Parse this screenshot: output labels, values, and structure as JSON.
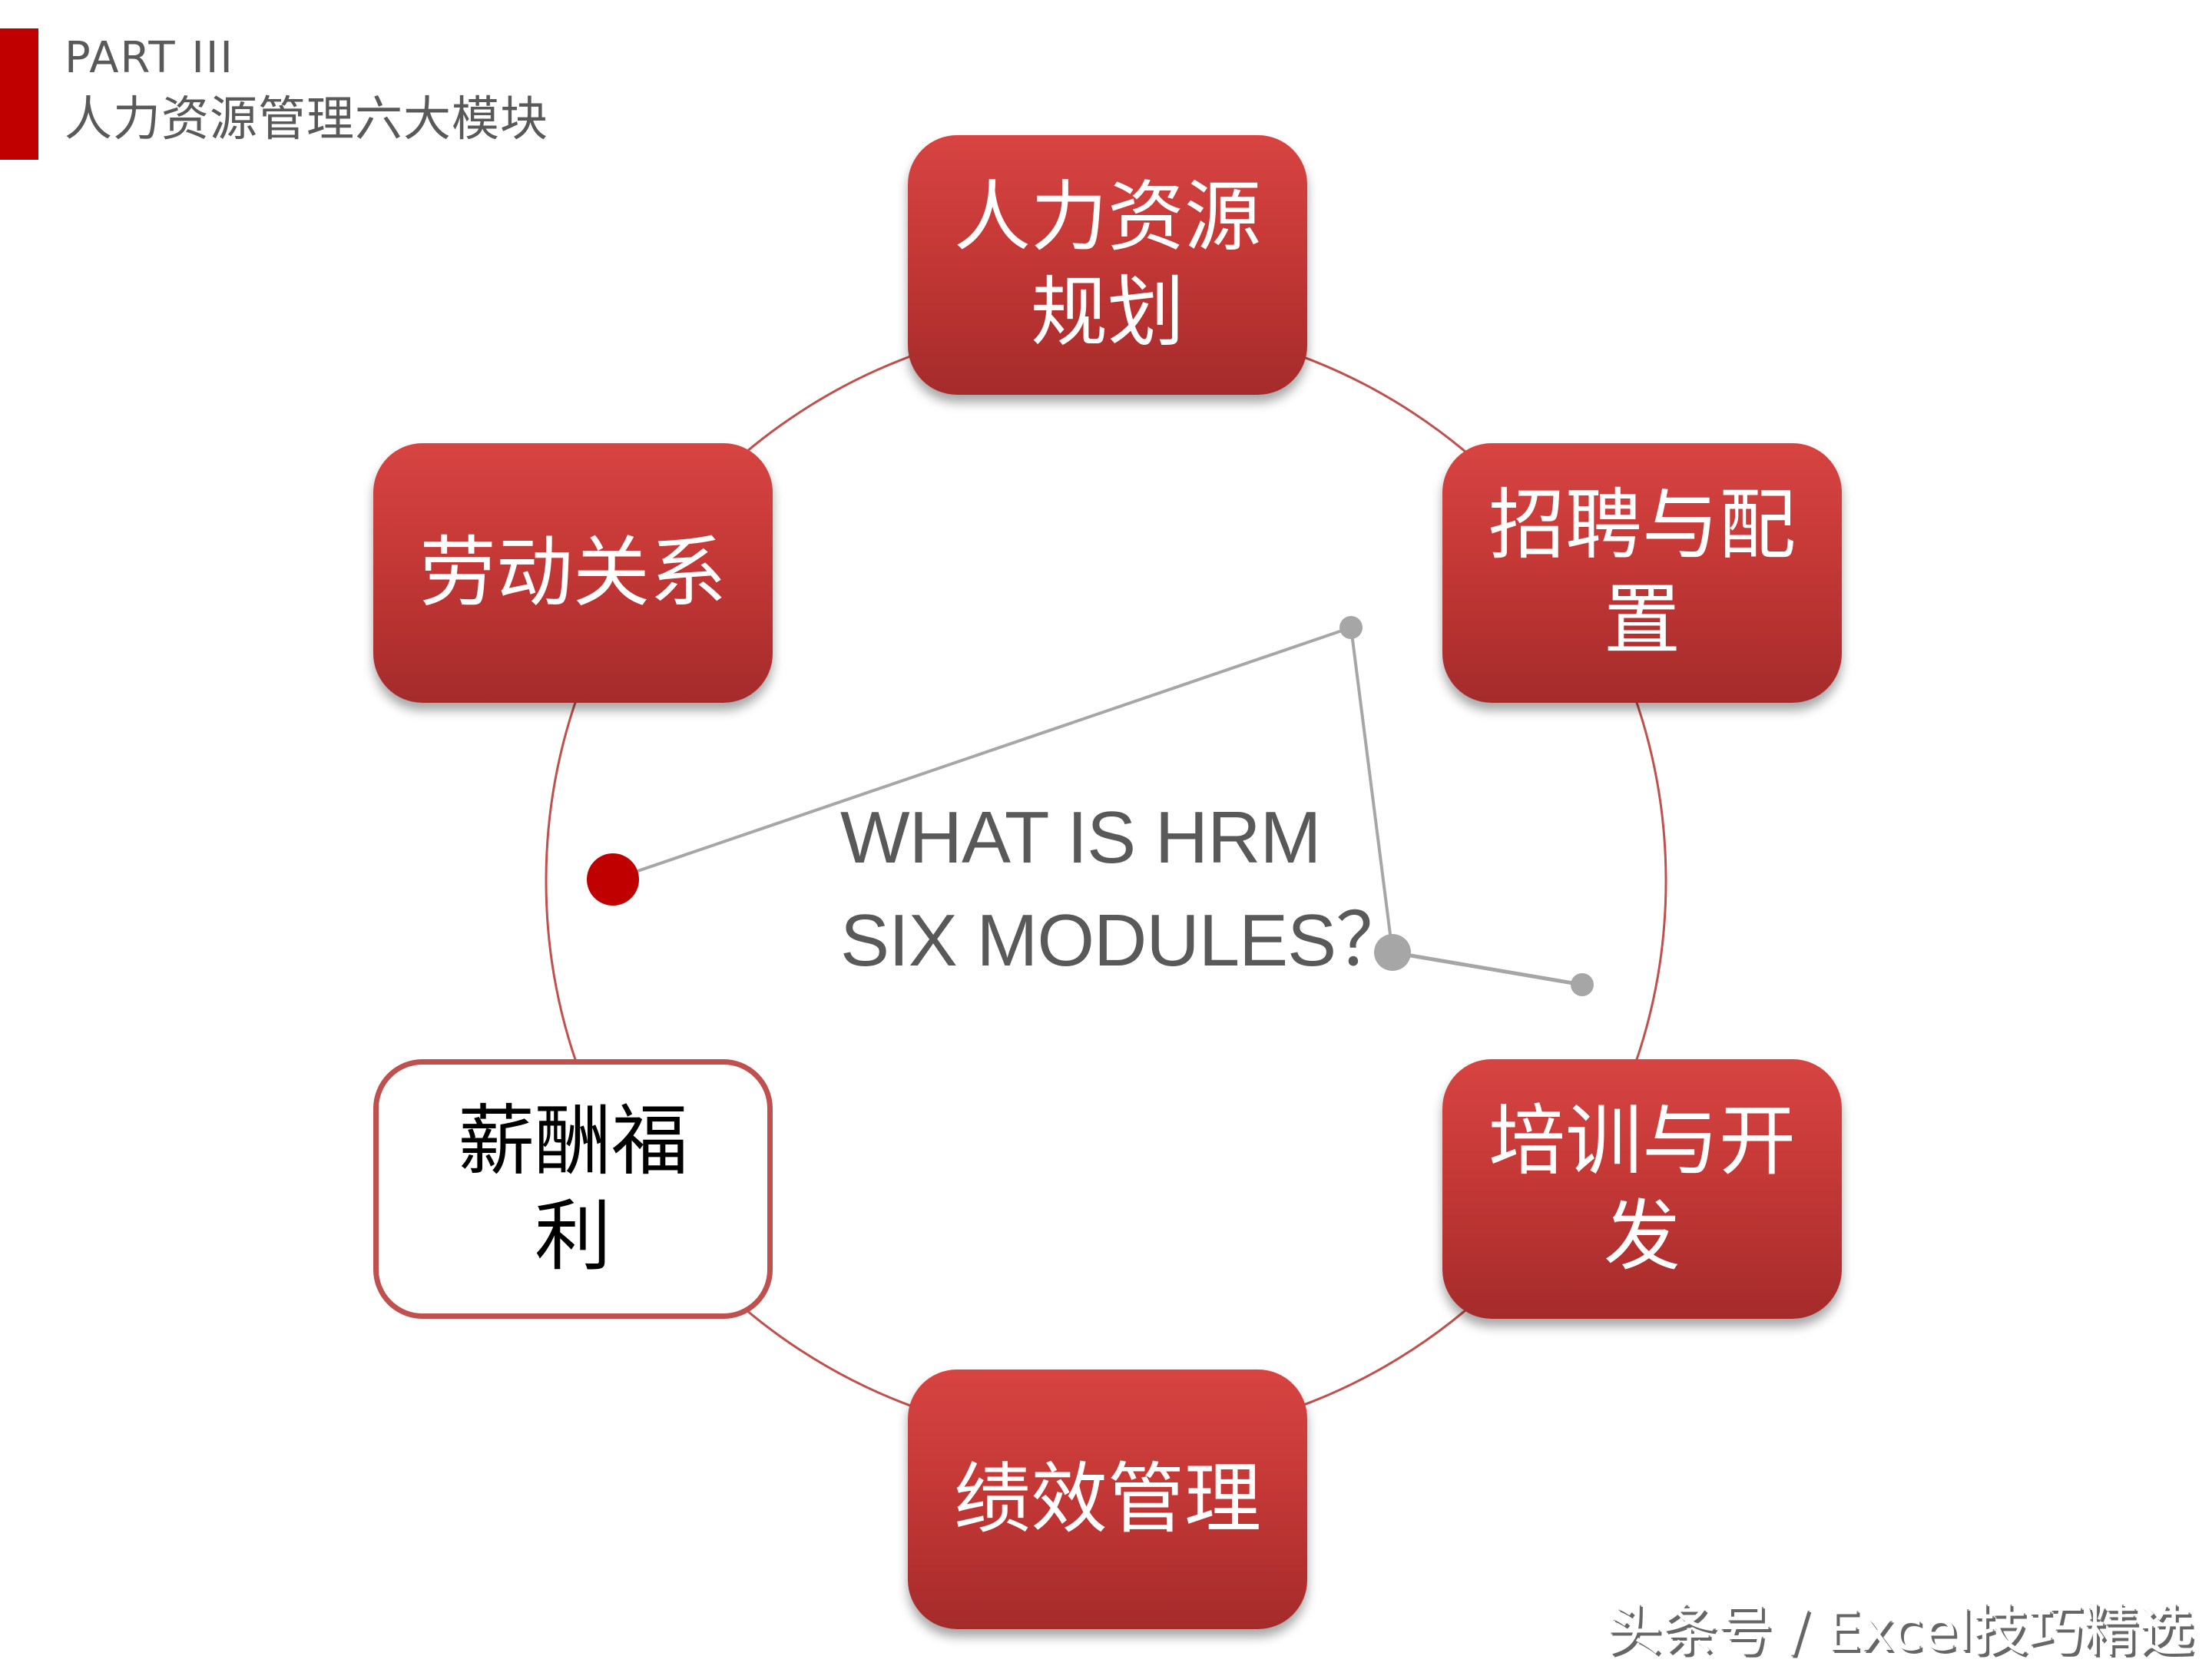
{
  "header": {
    "part_label": "PART III",
    "section_title": "人力资源管理六大模块",
    "accent_color": "#c00000"
  },
  "center": {
    "line1": "WHAT IS HRM",
    "line2": "SIX MODULES？"
  },
  "modules": [
    {
      "id": "hr-planning",
      "label": "人力资源规划",
      "line1": "人力资源",
      "line2": "规划",
      "style": "filled"
    },
    {
      "id": "recruitment",
      "label": "招聘与配置",
      "line1": "招聘与配",
      "line2": "置",
      "style": "filled"
    },
    {
      "id": "training",
      "label": "培训与开发",
      "line1": "培训与开",
      "line2": "发",
      "style": "filled"
    },
    {
      "id": "performance",
      "label": "绩效管理",
      "line1": "绩效管理",
      "line2": "",
      "style": "filled"
    },
    {
      "id": "compensation",
      "label": "薪酬福利",
      "line1": "薪酬福利",
      "line2": "",
      "style": "outline"
    },
    {
      "id": "labor-relations",
      "label": "劳动关系",
      "line1": "劳动关系",
      "line2": "",
      "style": "filled"
    }
  ],
  "colors": {
    "box_top": "#d74442",
    "box_bottom": "#a52b2b",
    "outline_border": "#c0504d",
    "ring": "#c0504d",
    "red_dot": "#c00000",
    "gray_connector": "#a6a6a6",
    "text_gray": "#595959"
  },
  "watermark": {
    "text": "头条号 / Excel技巧精选"
  }
}
